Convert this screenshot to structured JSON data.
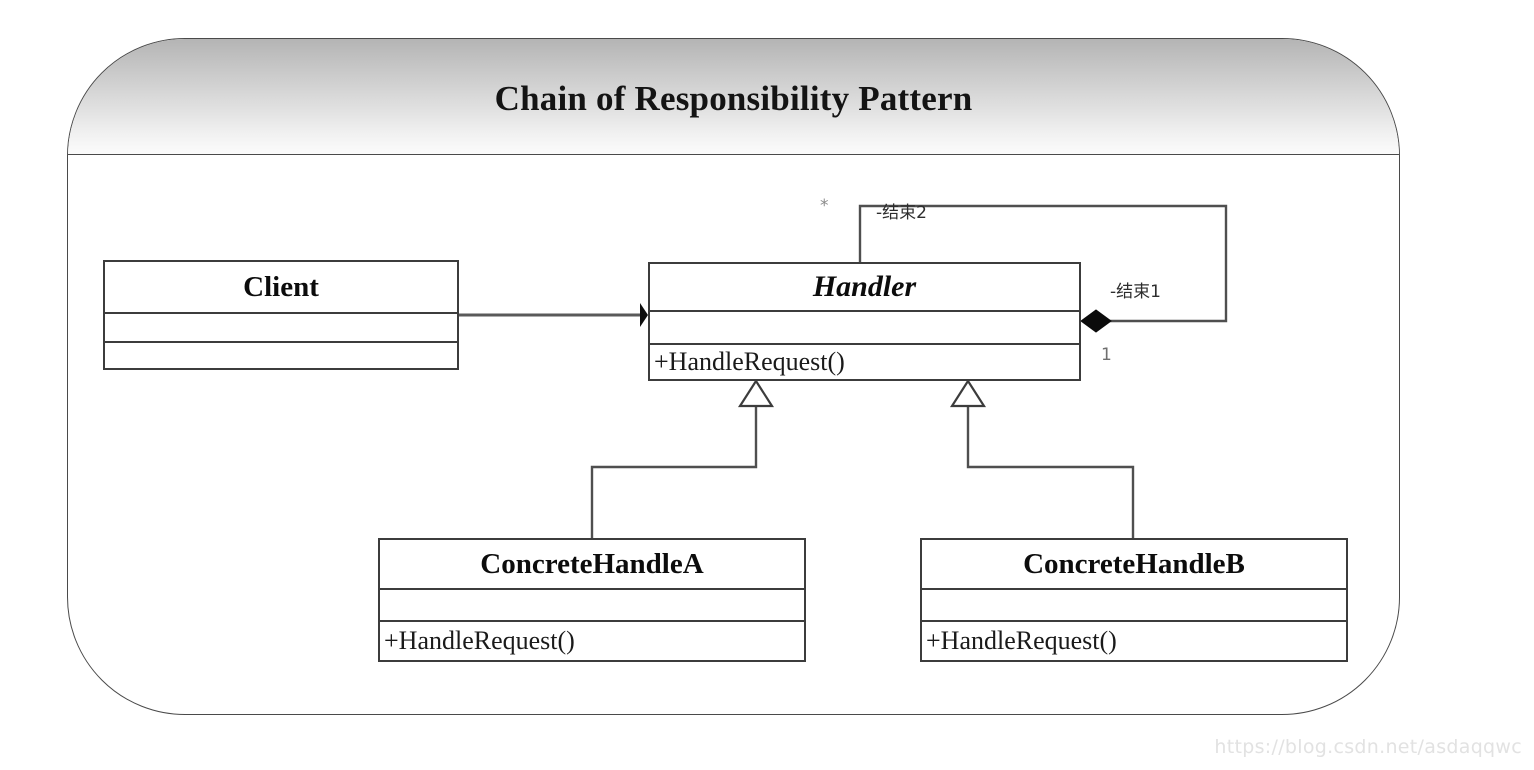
{
  "diagram": {
    "title": "Chain of Responsibility Pattern",
    "type": "uml-class-diagram",
    "frame_border_color": "#4a4a4a",
    "box_border_color": "#3c3c3c",
    "classes": [
      {
        "id": "client",
        "name": "Client",
        "abstract": false,
        "attributes": "",
        "operations": ""
      },
      {
        "id": "handler",
        "name": "Handler",
        "abstract": true,
        "attributes": "",
        "operations": "+HandleRequest()"
      },
      {
        "id": "concrete_a",
        "name": "ConcreteHandleA",
        "abstract": false,
        "attributes": "",
        "operations": "+HandleRequest()"
      },
      {
        "id": "concrete_b",
        "name": "ConcreteHandleB",
        "abstract": false,
        "attributes": "",
        "operations": "+HandleRequest()"
      }
    ],
    "relations": [
      {
        "id": "client-to-handler",
        "kind": "association",
        "from": "Client",
        "to": "Handler",
        "arrow": "filled-triangle"
      },
      {
        "id": "handler-self-composition",
        "kind": "composition",
        "from": "Handler",
        "to": "Handler",
        "arrow": "filled-diamond",
        "source_multiplicity": "*",
        "source_role": "-结束2",
        "target_role": "-结束1",
        "target_multiplicity": "1"
      },
      {
        "id": "concrete-a-generalization",
        "kind": "generalization",
        "from": "ConcreteHandleA",
        "to": "Handler",
        "arrow": "hollow-triangle"
      },
      {
        "id": "concrete-b-generalization",
        "kind": "generalization",
        "from": "ConcreteHandleB",
        "to": "Handler",
        "arrow": "hollow-triangle"
      }
    ],
    "labels": {
      "mult_star": "*",
      "role_end2": "-结束2",
      "role_end1": "-结束1",
      "mult_one": "1"
    },
    "watermark": "https://blog.csdn.net/asdaqqwc"
  }
}
